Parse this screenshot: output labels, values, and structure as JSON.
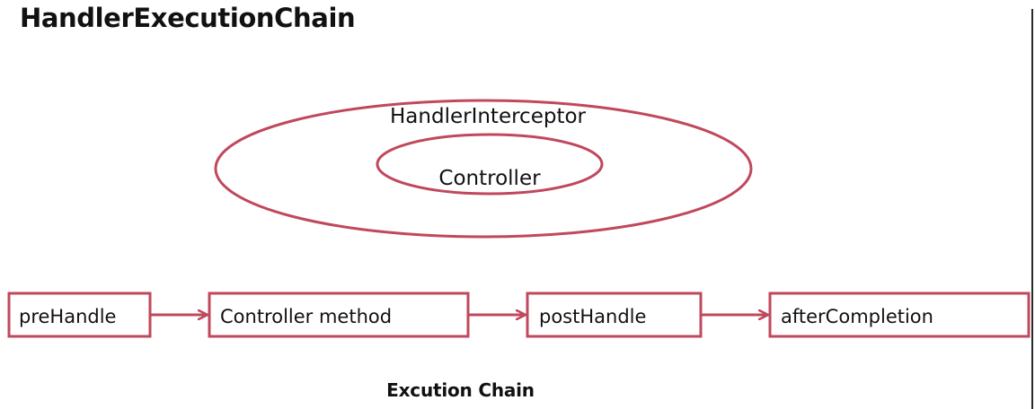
{
  "title": "HandlerExecutionChain",
  "layers": {
    "outer": "HandlerInterceptor",
    "inner": "Controller"
  },
  "chain": {
    "steps": [
      "preHandle",
      "Controller method",
      "postHandle",
      "afterCompletion"
    ],
    "caption": "Excution Chain"
  },
  "colors": {
    "stroke": "#c0485c",
    "text": "#111111"
  }
}
